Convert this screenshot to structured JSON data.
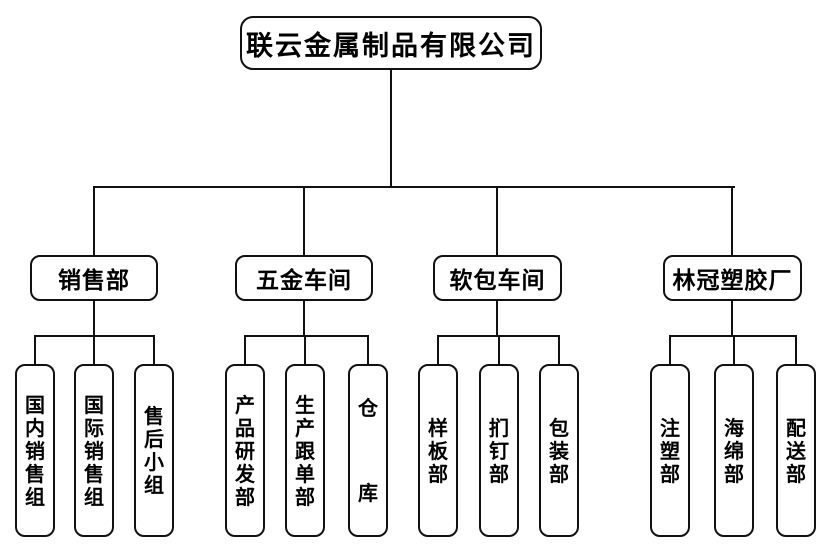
{
  "org": {
    "root": {
      "label": "联云金属制品有限公司"
    },
    "groups": [
      {
        "label": "销售部",
        "children": [
          "国内销售组",
          "国际销售组",
          "售后小组"
        ]
      },
      {
        "label": "五金车间",
        "children": [
          "产品研发部",
          "生产跟单部",
          "仓库"
        ]
      },
      {
        "label": "软包车间",
        "children": [
          "样板部",
          "扪钉部",
          "包装部"
        ]
      },
      {
        "label": "林冠塑胶厂",
        "children": [
          "注塑部",
          "海绵部",
          "配送部"
        ]
      }
    ],
    "colors": {
      "line": "#111111",
      "box_border": "#111111",
      "background": "#ffffff",
      "text": "#000000"
    }
  }
}
